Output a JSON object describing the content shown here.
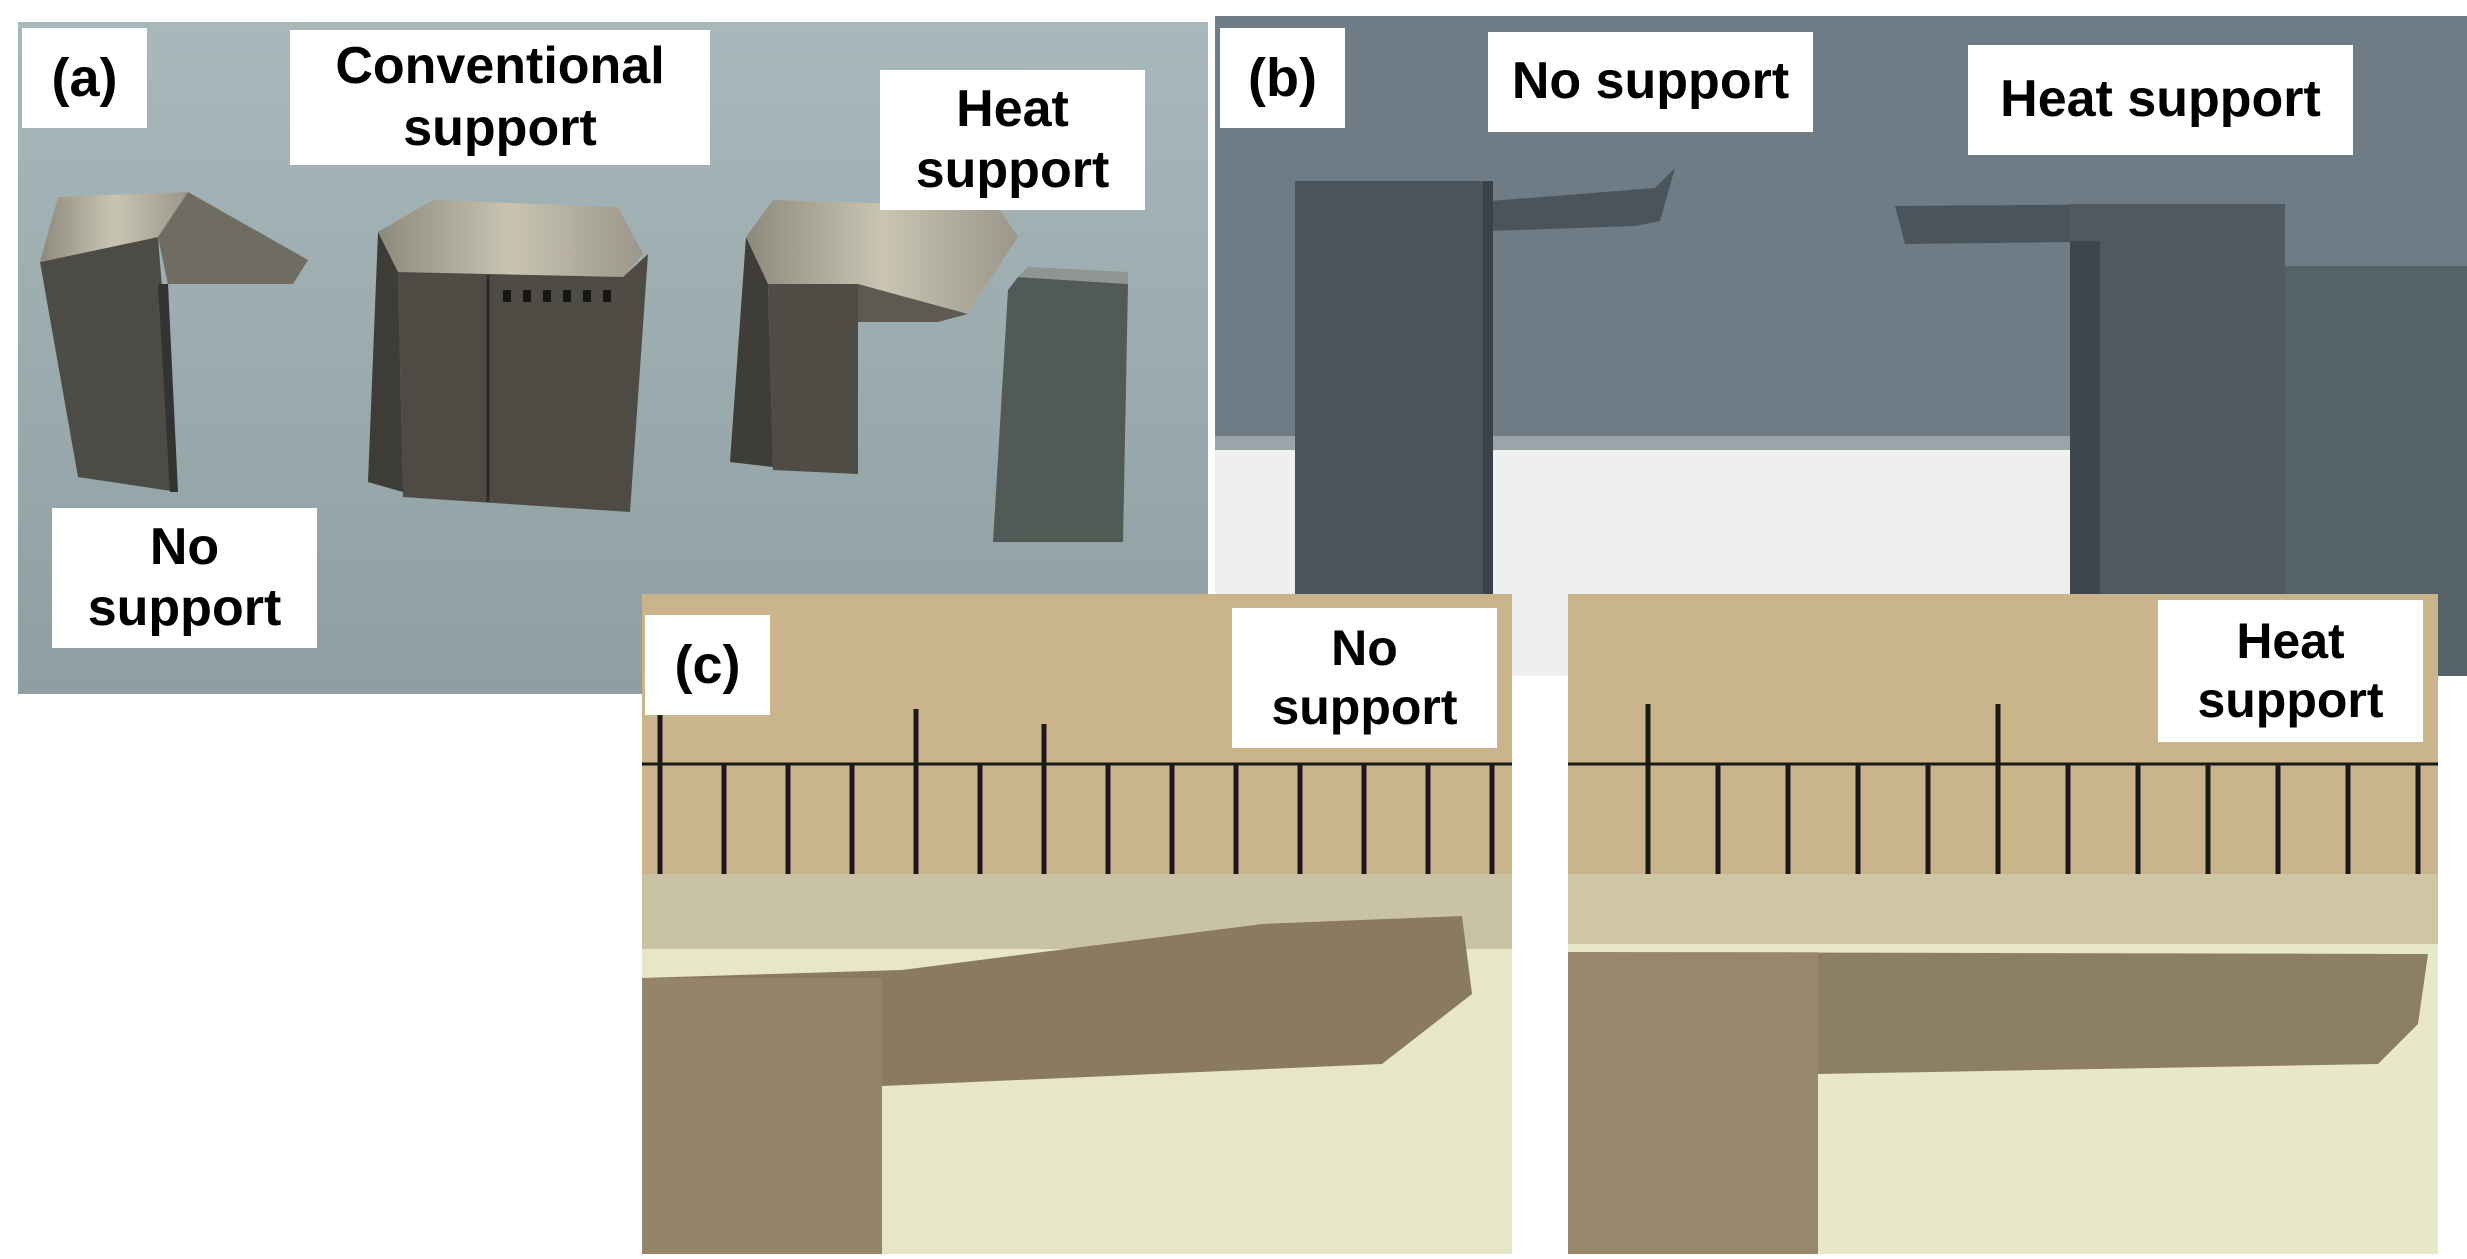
{
  "panel_a": {
    "letter": "(a)",
    "labels": {
      "conventional": "Conventional\nsupport",
      "heat": "Heat\nsupport",
      "none": "No\nsupport"
    }
  },
  "panel_b": {
    "letter": "(b)",
    "labels": {
      "none": "No support",
      "heat": "Heat support"
    }
  },
  "panel_c": {
    "letter": "(c)",
    "labels": {
      "left": "No\nsupport",
      "right": "Heat\nsupport"
    }
  },
  "colors": {
    "panel_a_bg": "#9aabae",
    "panel_b_bg": "#6f7c85",
    "sample_metal": "#4a4a46",
    "ruler_metal": "#c9b48c",
    "backdrop_light": "#e9e7c9"
  }
}
